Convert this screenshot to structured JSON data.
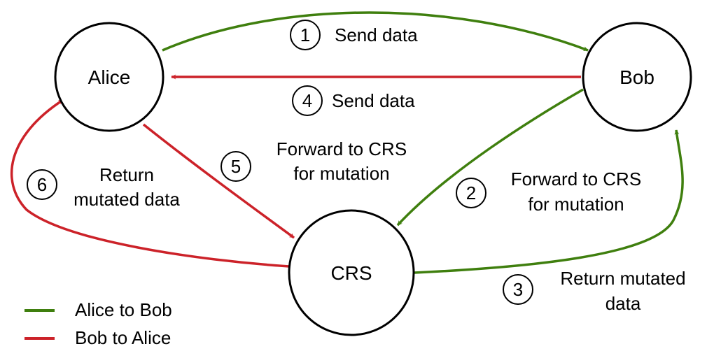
{
  "colors": {
    "alice_to_bob": "#3f7f0e",
    "bob_to_alice": "#cc2229",
    "node_stroke": "#000000",
    "node_fill": "#ffffff"
  },
  "nodes": {
    "alice": "Alice",
    "bob": "Bob",
    "crs": "CRS"
  },
  "steps": [
    {
      "number": "1",
      "lines": [
        "Send data"
      ]
    },
    {
      "number": "2",
      "lines": [
        "Forward to CRS",
        "for mutation"
      ]
    },
    {
      "number": "3",
      "lines": [
        "Return mutated",
        "data"
      ]
    },
    {
      "number": "4",
      "lines": [
        "Send data"
      ]
    },
    {
      "number": "5",
      "lines": [
        "Forward to CRS",
        "for mutation"
      ]
    },
    {
      "number": "6",
      "lines": [
        "Return",
        "mutated data"
      ]
    }
  ],
  "legend": {
    "alice_to_bob": "Alice to Bob",
    "bob_to_alice": "Bob to Alice"
  }
}
